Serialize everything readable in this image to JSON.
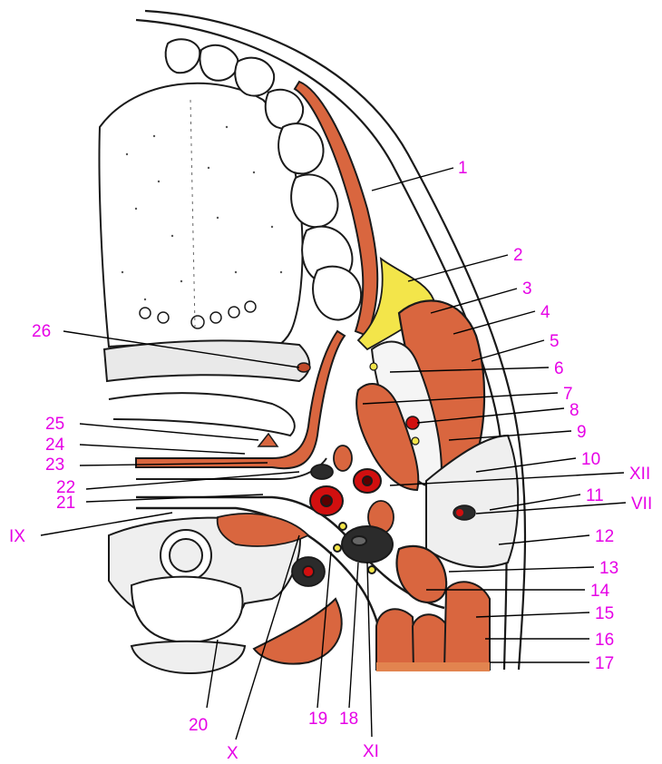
{
  "diagram": {
    "label_color": "#e600e6",
    "colors": {
      "outline": "#1a1a1a",
      "muscle": "#d9663f",
      "muscle_dark": "#c24a2a",
      "fat": "#f3e54a",
      "bone": "#ffffff",
      "artery": "#d10f0f",
      "vein": "#2b2b2b",
      "stipple": "#555555"
    },
    "labels": [
      "1",
      "2",
      "3",
      "4",
      "5",
      "6",
      "7",
      "8",
      "9",
      "10",
      "11",
      "12",
      "13",
      "14",
      "15",
      "16",
      "17",
      "18",
      "19",
      "20",
      "21",
      "22",
      "23",
      "24",
      "25",
      "26",
      "IX",
      "X",
      "XI",
      "XII",
      "VII"
    ]
  }
}
